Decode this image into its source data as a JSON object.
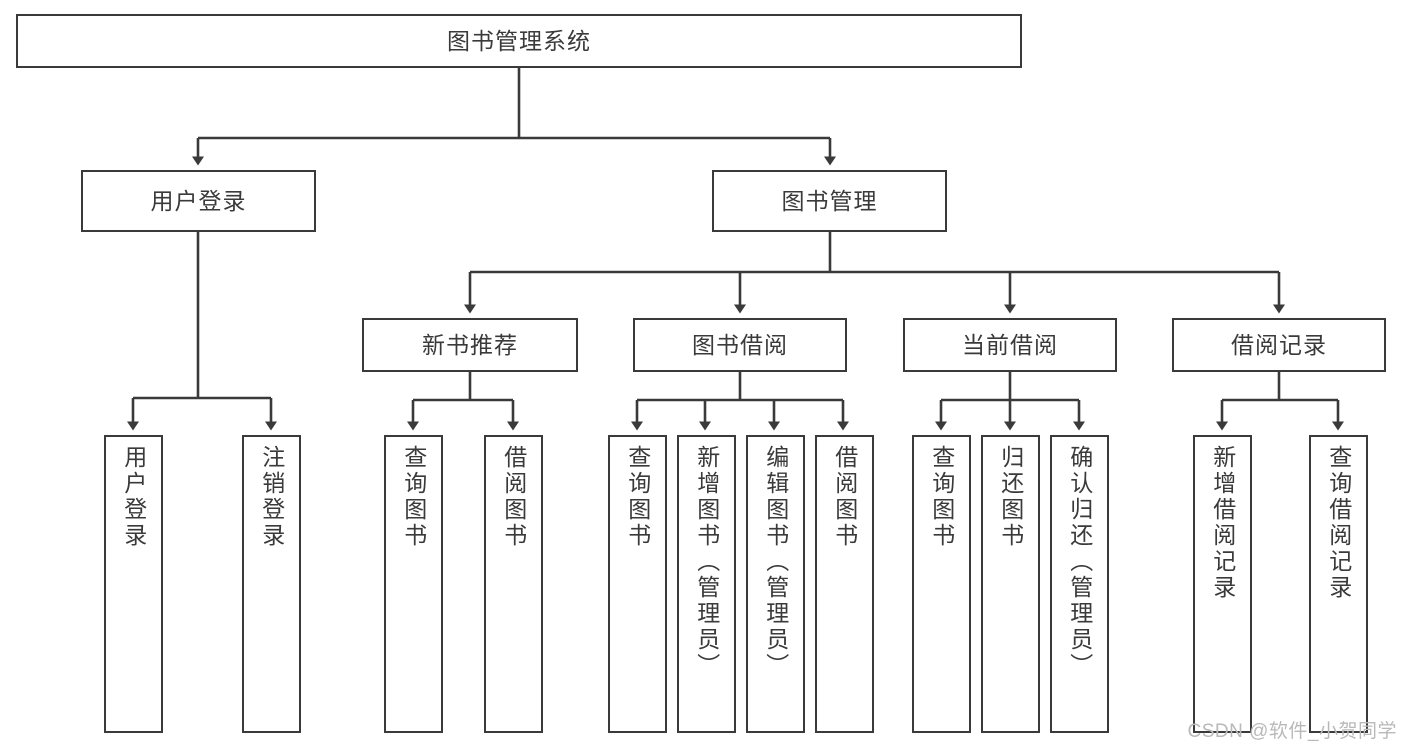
{
  "diagram": {
    "title": "图书管理系统",
    "type": "hierarchy-tree",
    "line_color": "#3a3a3a",
    "box_fill": "#ffffff",
    "text_color": "#3a3a3a"
  },
  "root": {
    "label": "图书管理系统"
  },
  "level2": [
    {
      "label": "用户登录"
    },
    {
      "label": "图书管理"
    }
  ],
  "level3": [
    {
      "label": "新书推荐"
    },
    {
      "label": "图书借阅"
    },
    {
      "label": "当前借阅"
    },
    {
      "label": "借阅记录"
    }
  ],
  "leaves": {
    "user_login": [
      {
        "label": "用户登录"
      },
      {
        "label": "注销登录"
      }
    ],
    "new_book": [
      {
        "label": "查询图书"
      },
      {
        "label": "借阅图书"
      }
    ],
    "borrow_book": [
      {
        "label": "查询图书"
      },
      {
        "label": "新增图书（管理员）"
      },
      {
        "label": "编辑图书（管理员）"
      },
      {
        "label": "借阅图书"
      }
    ],
    "current_borrow": [
      {
        "label": "查询图书"
      },
      {
        "label": "归还图书"
      },
      {
        "label": "确认归还（管理员）"
      }
    ],
    "borrow_record": [
      {
        "label": "新增借阅记录"
      },
      {
        "label": "查询借阅记录"
      }
    ]
  },
  "watermark": {
    "text": "CSDN @软件_小贺同学"
  }
}
